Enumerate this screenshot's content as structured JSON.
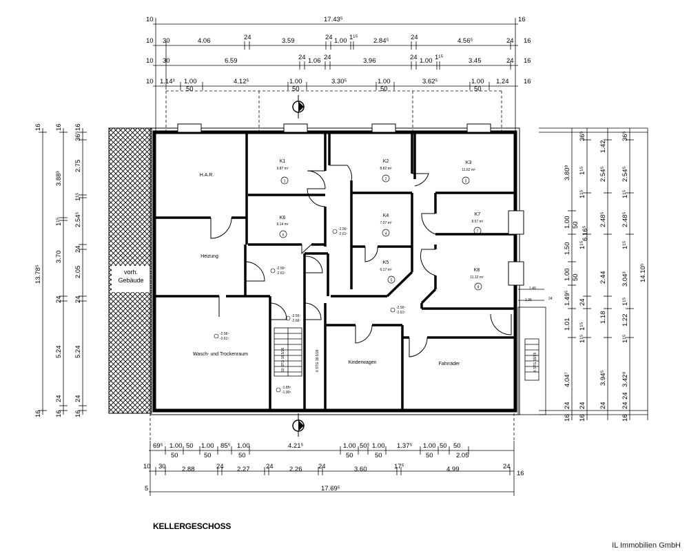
{
  "title": "KELLERGESCHOSS",
  "company": "IL Immobilien GmbH",
  "neighbor_label": [
    "vorh.",
    "Gebäude"
  ],
  "rooms": {
    "har": {
      "name": "H.A.R."
    },
    "k1": {
      "name": "K1",
      "area": "9.87 m²",
      "number": "1"
    },
    "k2": {
      "name": "K2",
      "area": "8.82 m²",
      "number": "2"
    },
    "k3": {
      "name": "K3",
      "area": "11.62 m²",
      "number": "3"
    },
    "k6": {
      "name": "K6",
      "area": "9.14 m²",
      "number": "6"
    },
    "k4": {
      "name": "K4",
      "area": "7.07 m²",
      "number": "4"
    },
    "k7": {
      "name": "K7",
      "area": "8.57 m²",
      "number": "7"
    },
    "k5": {
      "name": "K5",
      "area": "6.17 m²",
      "number": "5"
    },
    "k8": {
      "name": "K8",
      "area": "11.12 m²",
      "number": "8"
    },
    "heizung": {
      "name": "Heizung"
    },
    "wasch": {
      "name": "Wasch- und Trockenraum"
    },
    "kinderwagen": {
      "name": "Kinderwagen"
    },
    "fahrraeder": {
      "name": "Fahrräder"
    }
  },
  "levels": {
    "l1": [
      "-2.56⁷",
      "-2.61⁷"
    ],
    "l2": [
      "-2.56⁷",
      "-2.61⁷"
    ],
    "l3": [
      "-2.56⁷",
      "-2.61⁷"
    ],
    "l4": [
      "-2.56⁷",
      "-2.66⁷"
    ],
    "l5": [
      "-2.56⁷",
      "-2.61⁷"
    ],
    "l6": [
      "-1.85⁵",
      "-1.90⁵"
    ]
  },
  "stairs": {
    "s1": "10 STG 18.5/26",
    "s2": "6 STG 18.5/26",
    "s3": "6 STG 19/26"
  },
  "dims_top": {
    "total": "17.43⁵",
    "l": "10",
    "r": "16",
    "row1": [
      "30",
      "4.06",
      "24",
      "3.59",
      "24",
      "1.00",
      "1¹⁵",
      "2.84⁵",
      "24",
      "4.56⁵",
      "24"
    ],
    "row2": [
      "30",
      "6.59",
      "24",
      "1.06",
      "24",
      "3.96",
      "24",
      "1.00",
      "1¹⁵",
      "3.45",
      "24"
    ],
    "row3": [
      "1.14³",
      "1.00",
      "50",
      "4.12⁵",
      "1.00",
      "50",
      "3.30⁵",
      "1.00",
      "50",
      "3.62⁵",
      "1.00",
      "50",
      "1.24"
    ],
    "row1_l": "10",
    "row1_r": "16",
    "row2_l": "10",
    "row2_r": "16",
    "row3_l": "10",
    "row3_r": "16"
  },
  "dims_bottom": {
    "row1": [
      "69⁵",
      "1.00",
      "50",
      "50",
      "1.00",
      "50",
      "1.00",
      "85⁵",
      "50",
      "1.00",
      "50",
      "4.21⁵",
      "1.00",
      "50",
      "50⁵",
      "1.00",
      "50",
      "1.37⁵",
      "1.00",
      "50",
      "50",
      "1.00",
      "50",
      "2.05"
    ],
    "row2": [
      "30",
      "2.88",
      "24",
      "2.27",
      "24",
      "2.26",
      "24",
      "3.60",
      "17⁵",
      "4.99",
      "24"
    ],
    "row2_l": "10",
    "row2_r": "16",
    "total_l": "5",
    "total": "17.69⁵"
  },
  "dims_left": {
    "outer": [
      "16",
      "13.78⁵",
      "16"
    ],
    "col2": [
      "16",
      "3.88³",
      "1¹⁵",
      "3.70",
      "24",
      "5.24",
      "24",
      "16"
    ],
    "col3": [
      "16",
      "36⁵",
      "2.75",
      "1¹⁵",
      "2.54⁵",
      "24",
      "2.05",
      "24",
      "5.24",
      "24",
      "16"
    ]
  },
  "dims_right": {
    "c1": [
      "3.80⁸",
      "1.00",
      "1.50",
      "1.00",
      "1.49⁵",
      "1.01",
      "4.04⁷",
      "24",
      "16"
    ],
    "c1b": [
      "50",
      "6.16⁵",
      "50"
    ],
    "c2": [
      "36⁵",
      "1¹⁵",
      "1¹⁵",
      "1¹⁵",
      "24",
      "1¹⁵",
      "1¹⁵",
      "24",
      "16"
    ],
    "c3": [
      "1.42",
      "2.54⁵",
      "2.48⁵",
      "2.44",
      "1.18",
      "3.94⁵",
      "24"
    ],
    "c4": [
      "36⁵",
      "1¹⁵",
      "1¹⁵",
      "1¹⁵",
      "1¹⁵",
      "24",
      "16"
    ],
    "c5": [
      "2.54⁵",
      "2.48⁵",
      "3.04³",
      "1.22",
      "3.42⁸",
      "24"
    ],
    "c6": [
      "14.10⁵"
    ],
    "small": [
      "1.49",
      "1.35",
      "24"
    ]
  }
}
